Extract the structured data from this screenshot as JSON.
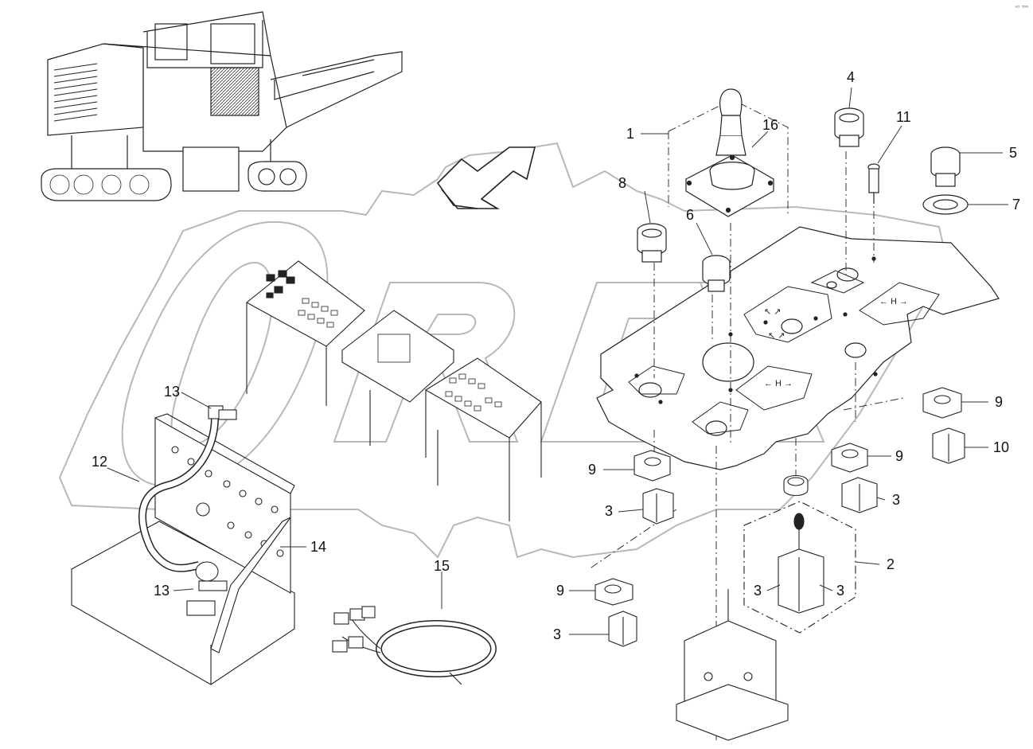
{
  "figure": {
    "corner_tag": "ᵃᴰ ³⁶⁶",
    "watermark_text": "OREX",
    "parts": [
      {
        "id": "p1",
        "label": "1"
      },
      {
        "id": "p16",
        "label": "16"
      },
      {
        "id": "p4",
        "label": "4"
      },
      {
        "id": "p11",
        "label": "11"
      },
      {
        "id": "p5",
        "label": "5"
      },
      {
        "id": "p7",
        "label": "7"
      },
      {
        "id": "p8",
        "label": "8"
      },
      {
        "id": "p6",
        "label": "6"
      },
      {
        "id": "p9a",
        "label": "9"
      },
      {
        "id": "p10",
        "label": "10"
      },
      {
        "id": "p9b",
        "label": "9"
      },
      {
        "id": "p3a",
        "label": "3"
      },
      {
        "id": "p9c",
        "label": "9"
      },
      {
        "id": "p3b",
        "label": "3"
      },
      {
        "id": "p2",
        "label": "2"
      },
      {
        "id": "p3c",
        "label": "3"
      },
      {
        "id": "p3d",
        "label": "3"
      },
      {
        "id": "p9d",
        "label": "9"
      },
      {
        "id": "p3e",
        "label": "3"
      },
      {
        "id": "p13a",
        "label": "13"
      },
      {
        "id": "p12",
        "label": "12"
      },
      {
        "id": "p14",
        "label": "14"
      },
      {
        "id": "p13b",
        "label": "13"
      },
      {
        "id": "p15",
        "label": "15"
      }
    ]
  }
}
